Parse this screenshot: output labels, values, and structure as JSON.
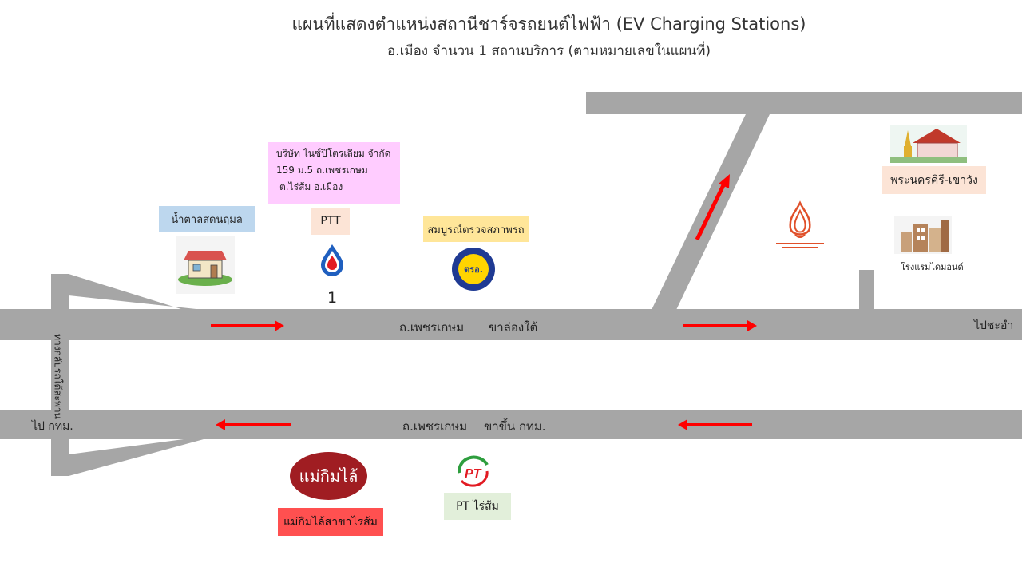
{
  "header": {
    "title": "แผนที่แสดงตำแหน่งสถานีชาร์จรถยนต์ไฟฟ้า (EV Charging Stations)",
    "subtitle": "อ.เมือง จำนวน 1 สถานบริการ (ตามหมายเลขในแผนที่)"
  },
  "station": {
    "name": "บริษัท ไนซ์ปิโตรเลียม จำกัด",
    "address_line1": "159 ม.5 ถ.เพชรเกษม",
    "address_line2": "ต.ไร่ส้ม อ.เมือง",
    "brand": "PTT",
    "number": "1"
  },
  "landmarks": {
    "sugar_shop": "น้ำตาลสดนฤมล",
    "inspection": "สมบูรณ์ตรวจสภาพรถ",
    "inspection_logo_text": "ตรอ.",
    "palace": "พระนครคีรี-เขาวัง",
    "hotel": "โรงแรมไดมอนด์",
    "restaurant_logo_text": "แม่กิมไล้",
    "restaurant": "แม่กิมไล้สาขาไร่ส้ม",
    "pt_station": "PT ไร่ส้ม",
    "pt_logo_text": "PT"
  },
  "roads": {
    "upper_road": "ถ.เพชรเกษม",
    "upper_direction": "ขาล่องใต้",
    "to_chaam": "ไปชะอำ",
    "lower_road": "ถ.เพชรเกษม",
    "lower_direction": "ขาขึ้น กทม.",
    "to_bangkok": "ไป กทม.",
    "u_turn": "ทางกลับรถใต้สะพาน"
  },
  "colors": {
    "road": "#a6a6a6",
    "arrow": "#ff0000",
    "station_box": "#ffccff",
    "ptt_box": "#fce4d6",
    "sugar_box": "#bdd7ee",
    "inspection_box": "#ffe699",
    "palace_box": "#fce4d6",
    "restaurant_box": "#ff5050",
    "pt_box": "#e2efda"
  }
}
